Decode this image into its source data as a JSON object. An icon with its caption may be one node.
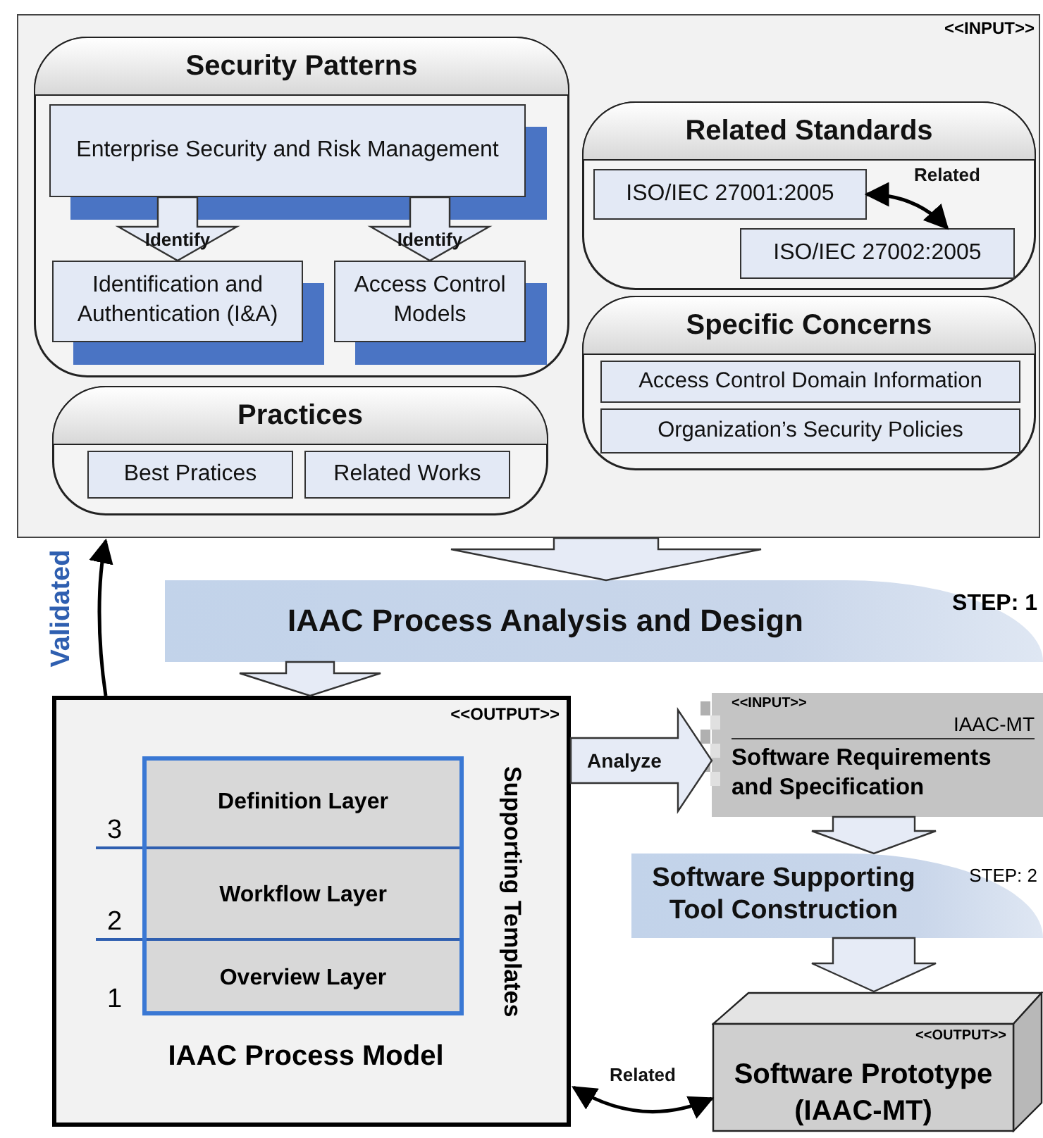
{
  "diagram": {
    "nodes": [
      {
        "text": [
          "<<INPUT>>"
        ]
      },
      {
        "text": [
          "Security Patterns"
        ],
        "in": 0
      },
      {
        "text": [
          "Enterprise Security and Risk Management"
        ],
        "in": 1
      },
      {
        "text": [
          "Identification and Authentication (I&A)"
        ],
        "in": 1
      },
      {
        "text": [
          "Access Control Models"
        ],
        "in": 1
      },
      {
        "text": [
          "Practices"
        ],
        "in": 0
      },
      {
        "text": [
          "Best Pratices"
        ],
        "in": 5
      },
      {
        "text": [
          "Related Works"
        ],
        "in": 5
      },
      {
        "text": [
          "Related Standards"
        ],
        "in": 0
      },
      {
        "text": [
          "ISO/IEC 27001:2005"
        ],
        "in": 8
      },
      {
        "text": [
          "ISO/IEC 27002:2005"
        ],
        "in": 8
      },
      {
        "text": [
          "Specific Concerns"
        ],
        "in": 0
      },
      {
        "text": [
          "Access Control Domain Information"
        ],
        "in": 11
      },
      {
        "text": [
          "Organization’s Security Policies"
        ],
        "in": 11
      },
      {
        "text": [
          "IAAC Process Analysis and Design",
          "STEP: 1"
        ]
      },
      {
        "text": [
          "<<OUTPUT>>",
          "Supporting Templates",
          "IAAC Process Model"
        ]
      },
      {
        "text": [
          "Definition Layer"
        ],
        "in": 15,
        "beside": [
          "3"
        ]
      },
      {
        "text": [
          "Workflow Layer"
        ],
        "in": 15,
        "beside": [
          "2"
        ]
      },
      {
        "text": [
          "Overview Layer"
        ],
        "in": 15,
        "beside": [
          "1"
        ]
      },
      {
        "text": [
          "<<INPUT>>",
          "IAAC-MT",
          "Software Requirements and Specification"
        ]
      },
      {
        "text": [
          "Software Supporting Tool Construction",
          "STEP: 2"
        ]
      },
      {
        "text": [
          "<<OUTPUT>>",
          "Software Prototype (IAAC-MT)"
        ]
      }
    ],
    "edges": [
      {
        "from": 2,
        "to": 3,
        "arrow": "to",
        "label": "Identify",
        "style": "thick"
      },
      {
        "from": 2,
        "to": 4,
        "arrow": "to",
        "label": "Identify",
        "style": "thick"
      },
      {
        "from": 9,
        "to": 10,
        "arrow": "both",
        "label": "Related"
      },
      {
        "from": 0,
        "to": 14,
        "arrow": "to",
        "style": "thick"
      },
      {
        "from": 14,
        "to": 15,
        "arrow": "to",
        "style": "thick"
      },
      {
        "from": 15,
        "to": 0,
        "arrow": "to",
        "label": "Validated"
      },
      {
        "from": 15,
        "to": 19,
        "arrow": "to",
        "label": "Analyze",
        "style": "thick"
      },
      {
        "from": 19,
        "to": 20,
        "arrow": "to",
        "style": "thick"
      },
      {
        "from": 20,
        "to": 21,
        "arrow": "to",
        "style": "thick"
      },
      {
        "from": 15,
        "to": 21,
        "arrow": "both",
        "label": "Related"
      }
    ]
  }
}
